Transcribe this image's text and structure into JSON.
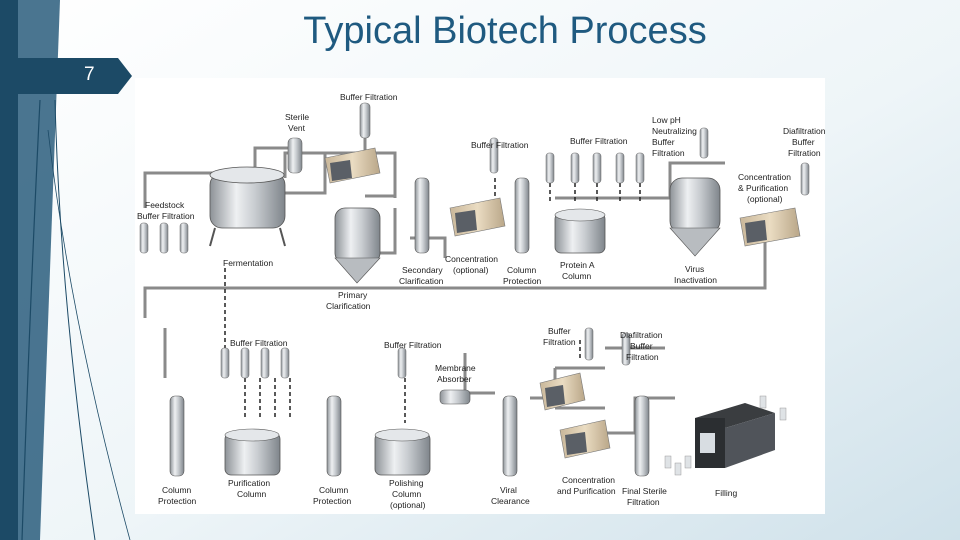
{
  "slide": {
    "title": "Typical Biotech Process",
    "number": "7"
  },
  "diagram": {
    "labels": {
      "buffer_filtration_top": "Buffer Filtration",
      "sterile_vent_1": "Sterile",
      "sterile_vent_2": "Vent",
      "feedstock_1": "Feedstock",
      "feedstock_2": "Buffer Filtration",
      "fermentation": "Fermentation",
      "primary_1": "Primary",
      "primary_2": "Clarification",
      "secondary_1": "Secondary",
      "secondary_2": "Clarification",
      "buffer_filtration_mid": "Buffer Filtration",
      "concentration_opt_1": "Concentration",
      "concentration_opt_2": "(optional)",
      "column_prot_top_1": "Column",
      "column_prot_top_2": "Protection",
      "buffer_filtration_pa": "Buffer Filtration",
      "protein_a_1": "Protein A",
      "protein_a_2": "Column",
      "lowph_1": "Low pH",
      "lowph_2": "Neutralizing",
      "lowph_3": "Buffer",
      "lowph_4": "Filtration",
      "conc_pur_opt_1": "Concentration",
      "conc_pur_opt_2": "& Purification",
      "conc_pur_opt_3": "(optional)",
      "diaf_top_1": "Diafiltration",
      "diaf_top_2": "Buffer",
      "diaf_top_3": "Filtration",
      "virus_1": "Virus",
      "virus_2": "Inactivation",
      "buffer_filtration_bl": "Buffer Filtration",
      "buffer_filtration_bm": "Buffer Filtration",
      "membrane_1": "Membrane",
      "membrane_2": "Absorber",
      "buffer_filtration_br_1": "Buffer",
      "buffer_filtration_br_2": "Filtration",
      "diaf_bot_1": "Diafiltration",
      "diaf_bot_2": "Buffer",
      "diaf_bot_3": "Filtration",
      "column_prot_b1_1": "Column",
      "column_prot_b1_2": "Protection",
      "purification_1": "Purification",
      "purification_2": "Column",
      "column_prot_b2_1": "Column",
      "column_prot_b2_2": "Protection",
      "polishing_1": "Polishing",
      "polishing_2": "Column",
      "polishing_3": "(optional)",
      "viral_1": "Viral",
      "viral_2": "Clearance",
      "conc_pur_b_1": "Concentration",
      "conc_pur_b_2": "and Purification",
      "final_sterile_1": "Final Sterile",
      "final_sterile_2": "Filtration",
      "filling": "Filling"
    }
  },
  "colors": {
    "sidebar_dark": "#1c4a66",
    "title": "#1f5a80",
    "pipe": "#8a8a8a",
    "steel": "#c9cdd1"
  }
}
